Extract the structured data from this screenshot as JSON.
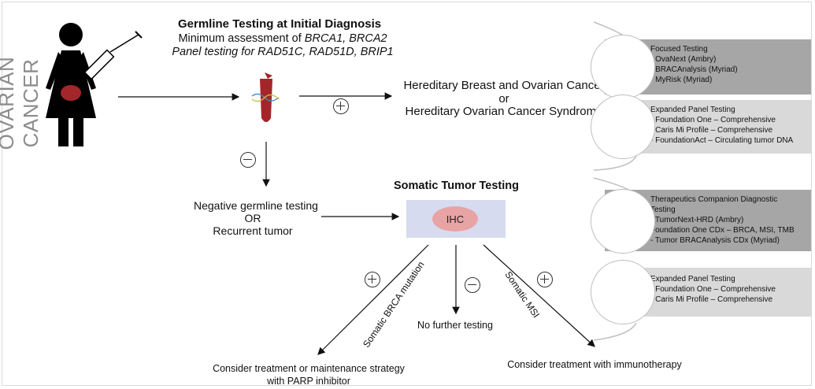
{
  "side_title": "OVARIAN CANCER",
  "germline": {
    "title": "Germline Testing at Initial Diagnosis",
    "line1_prefix": "Minimum assessment of ",
    "line1_genes": "BRCA1, BRCA2",
    "line2": "Panel testing for RAD51C, RAD51D, BRIP1"
  },
  "hereditary": {
    "line1": "Hereditary Breast and Ovarian Cancer",
    "line2": "or",
    "line3": "Hereditary Ovarian Cancer Syndrome"
  },
  "negative": {
    "line1": "Negative germline testing",
    "line2": "OR",
    "line3": "Recurrent tumor"
  },
  "somatic": {
    "title": "Somatic Tumor Testing",
    "ihc": "IHC"
  },
  "branches": {
    "brca_label": "Somatic BRCA mutation",
    "msi_label": "Somatic MSI",
    "no_further": "No further testing",
    "parp_line1": "Consider treatment or maintenance strategy",
    "parp_line2": "with PARP inhibitor",
    "immuno": "Consider treatment with immunotherapy"
  },
  "panels": [
    {
      "title": "Focused Testing",
      "items": [
        "- OvaNext (Ambry)",
        "- BRACAnalysis (Myriad)",
        "- MyRisk (Myriad)"
      ]
    },
    {
      "title": "Expanded Panel Testing",
      "items": [
        "- Foundation One – Comprehensive",
        "- Caris Mi Profile – Comprehensive",
        "- FoundationAct – Circulating tumor DNA"
      ]
    },
    {
      "title": "Therapeutics Companion Diagnostic Testing",
      "items": [
        "- TumorNext-HRD (Ambry)",
        "Foundation One CDx – BRCA, MSI, TMB",
        "- Tumor BRACAnalysis CDx (Myriad)"
      ]
    },
    {
      "title": "Expanded Panel Testing",
      "items": [
        "- Foundation One – Comprehensive",
        "- Caris Mi Profile – Comprehensive"
      ]
    }
  ],
  "colors": {
    "panel_dark": "#a6a6a6",
    "panel_light": "#d9d9d9",
    "ihc_box": "#d6dbef",
    "ihc_oval": "#e8a4a4",
    "uterus": "#a3262a",
    "side_title": "#8c8c8c"
  }
}
